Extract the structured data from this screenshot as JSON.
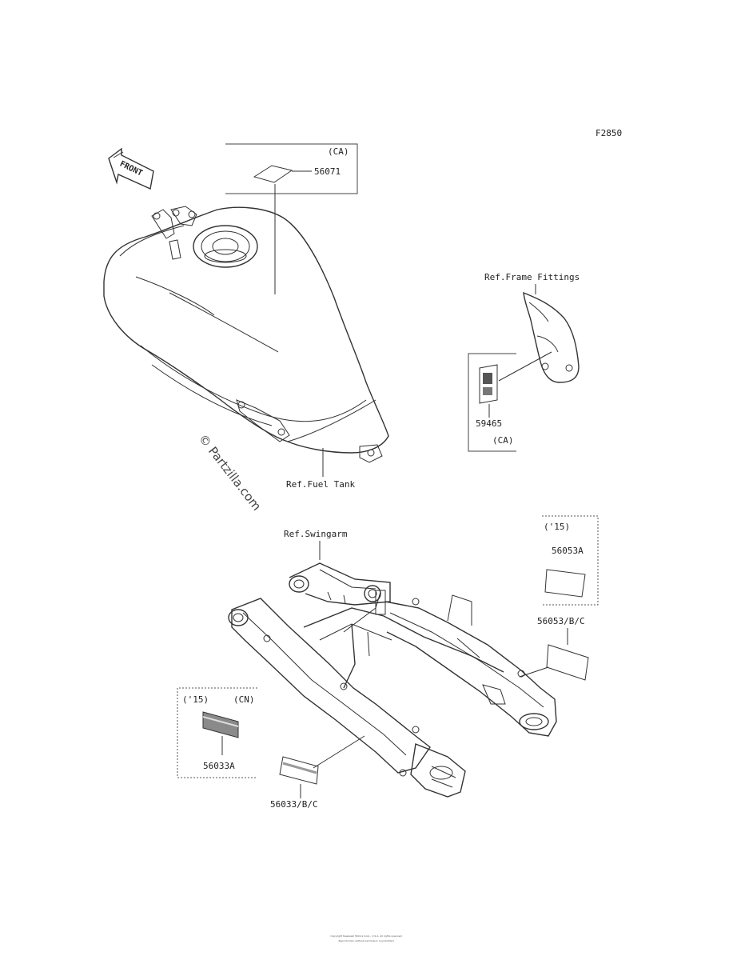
{
  "figure_code": "F2850",
  "front_label": "FRONT",
  "watermark": "© Partzilla.com",
  "callouts": {
    "tank_box_region": "(CA)",
    "tank_label_part": "56071",
    "frame_fitting_ref": "Ref.Frame Fittings",
    "frame_label_part": "59465",
    "frame_box_region": "(CA)",
    "fuel_tank_ref": "Ref.Fuel Tank",
    "swingarm_ref": "Ref.Swingarm",
    "right_box_year": "('15)",
    "right_box_part": "56053A",
    "swingarm_right_part": "56053/B/C",
    "left_box_year": "('15)",
    "left_box_region": "(CN)",
    "left_box_part": "56033A",
    "swingarm_left_part": "56033/B/C"
  },
  "footer": {
    "line1": "Copyright Kawasaki Motors Corp., U.S.A. All rights reserved.",
    "line2": "Reproduction without permission is prohibited."
  }
}
